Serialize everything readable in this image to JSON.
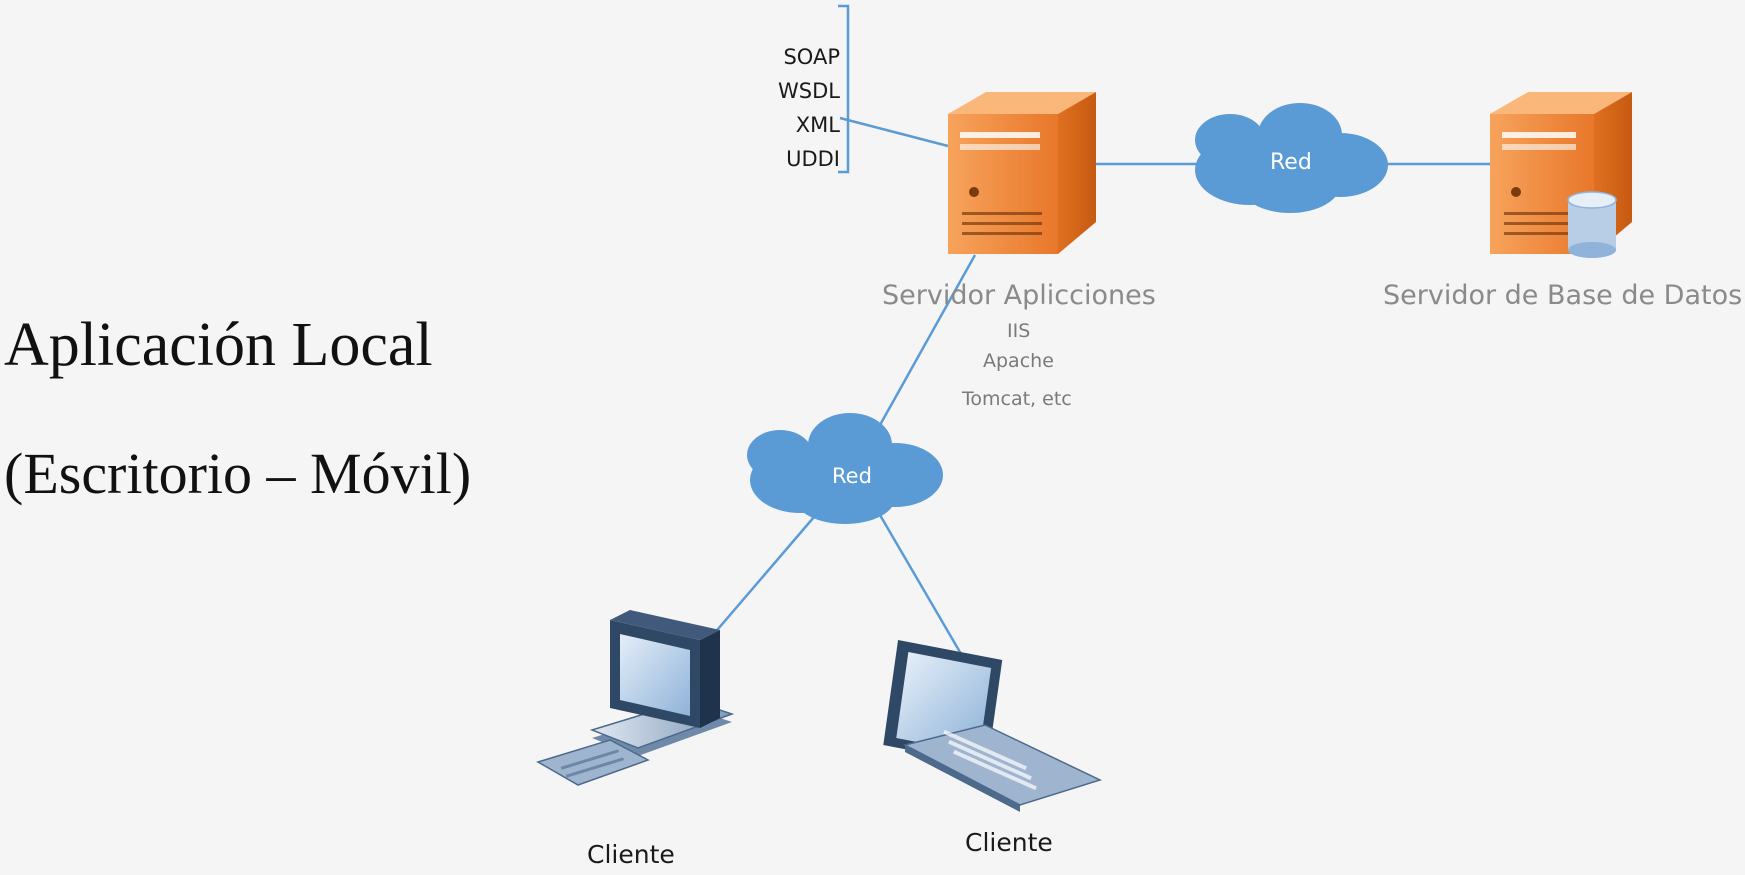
{
  "title": {
    "line1": "Aplicación Local",
    "line2": "(Escritorio – Móvil)"
  },
  "protocols": [
    "SOAP",
    "WSDL",
    "XML",
    "UDDI"
  ],
  "app_server": {
    "label": "Servidor Aplicciones",
    "software": [
      "IIS",
      "Apache",
      "Tomcat, etc"
    ]
  },
  "db_server": {
    "label": "Servidor de Base de Datos"
  },
  "networks": {
    "top": "Red",
    "bottom": "Red"
  },
  "clients": {
    "desktop": "Cliente",
    "laptop": "Cliente"
  },
  "colors": {
    "server_orange": "#e8772a",
    "cloud_blue": "#5b9bd5",
    "line_blue": "#5b9bd5"
  }
}
